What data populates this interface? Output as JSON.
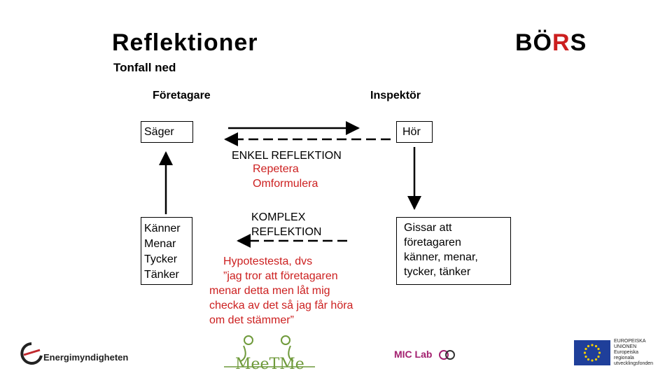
{
  "header": {
    "title": "Reflektioner",
    "subtitle": "Tonfall ned"
  },
  "brand": {
    "prefix": "BÖ",
    "accent": "R",
    "suffix": "S",
    "accent_color": "#cc1f1f"
  },
  "columns": {
    "left": "Företagare",
    "right": "Inspektör"
  },
  "boxes": {
    "says": "Säger",
    "hears": "Hör",
    "feelings": [
      "Känner",
      "Menar",
      "Tycker",
      "Tänker"
    ],
    "guesses": [
      "Gissar att",
      "företagaren",
      "känner, menar,",
      "tycker, tänker"
    ]
  },
  "simple_reflection": {
    "label": "ENKEL REFLEKTION",
    "items": [
      "Repetera",
      "Omformulera"
    ]
  },
  "complex_reflection": {
    "label": [
      "KOMPLEX",
      "REFLEKTION"
    ],
    "description": [
      "Hypotestesta, dvs",
      "”jag tror att företagaren",
      "menar detta men låt mig",
      "checka av det så jag får höra",
      "om det stämmer”"
    ]
  },
  "logos": {
    "energimyndigheten": "Energimyndigheten",
    "meetme": "MeeTMe",
    "miclab": "MIC Lab",
    "eu": [
      "EUROPEISKA",
      "UNIONEN",
      "Europeiska",
      "regionala",
      "utvecklingsfonden"
    ]
  }
}
